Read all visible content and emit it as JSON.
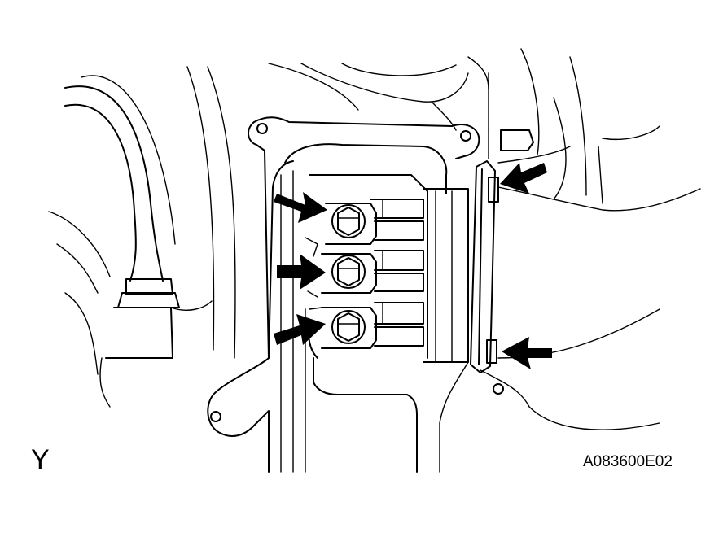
{
  "figure": {
    "view_label": "Y",
    "figure_code": "A083600E02"
  },
  "callouts": [
    {
      "name": "upper-left-bolt-arrow",
      "icon": "arrow-right-icon"
    },
    {
      "name": "middle-left-bolt-arrow",
      "icon": "arrow-right-icon"
    },
    {
      "name": "lower-left-bolt-arrow",
      "icon": "arrow-right-icon"
    },
    {
      "name": "upper-right-bolt-arrow",
      "icon": "arrow-left-icon"
    },
    {
      "name": "lower-right-bolt-arrow",
      "icon": "arrow-left-icon"
    }
  ],
  "colors": {
    "line": "#000000",
    "background": "#ffffff"
  }
}
